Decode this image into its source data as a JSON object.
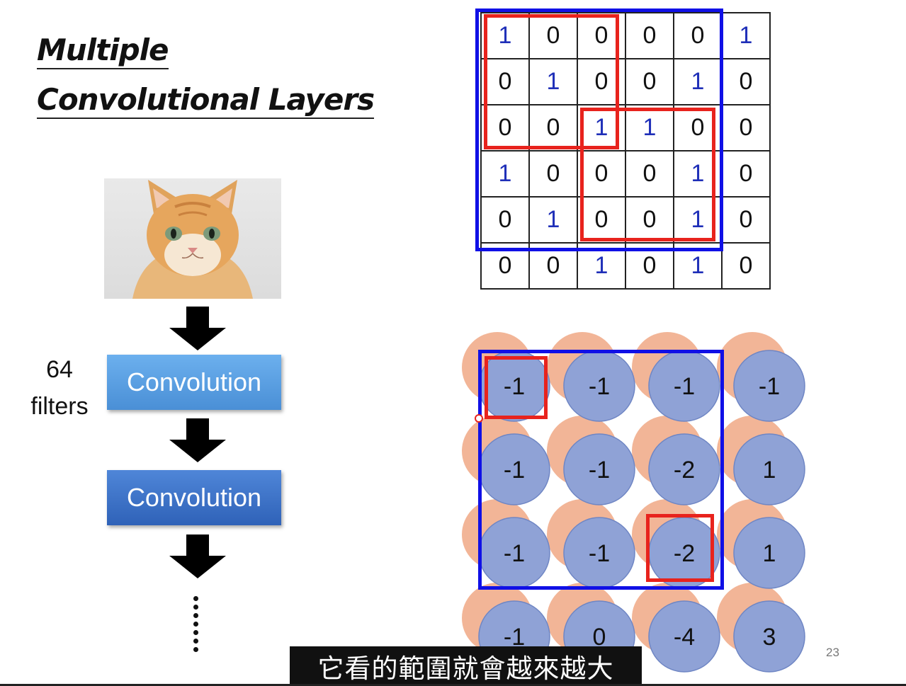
{
  "title": {
    "line1": "Multiple",
    "line2": "Convolutional Layers"
  },
  "left_panel": {
    "filters_count": "64",
    "filters_label": "filters",
    "conv1_label": "Convolution",
    "conv2_label": "Convolution"
  },
  "input_matrix": [
    [
      "1",
      "0",
      "0",
      "0",
      "0",
      "1"
    ],
    [
      "0",
      "1",
      "0",
      "0",
      "1",
      "0"
    ],
    [
      "0",
      "0",
      "1",
      "1",
      "0",
      "0"
    ],
    [
      "1",
      "0",
      "0",
      "0",
      "1",
      "0"
    ],
    [
      "0",
      "1",
      "0",
      "0",
      "1",
      "0"
    ],
    [
      "0",
      "0",
      "1",
      "0",
      "1",
      "0"
    ]
  ],
  "feature_map": [
    [
      "-1",
      "-1",
      "-1",
      "-1"
    ],
    [
      "-1",
      "-1",
      "-2",
      "1"
    ],
    [
      "-1",
      "-1",
      "-2",
      "1"
    ],
    [
      "-1",
      "0",
      "-4",
      "3"
    ]
  ],
  "colors": {
    "highlight_blue": "#1010e6",
    "highlight_red": "#e8231d",
    "circle_blue": "#8fa2d6",
    "circle_orange": "#f2b597",
    "digit_one": "#1f2fb8"
  },
  "page_number": "23",
  "subtitle": "它看的範圍就會越來越大"
}
